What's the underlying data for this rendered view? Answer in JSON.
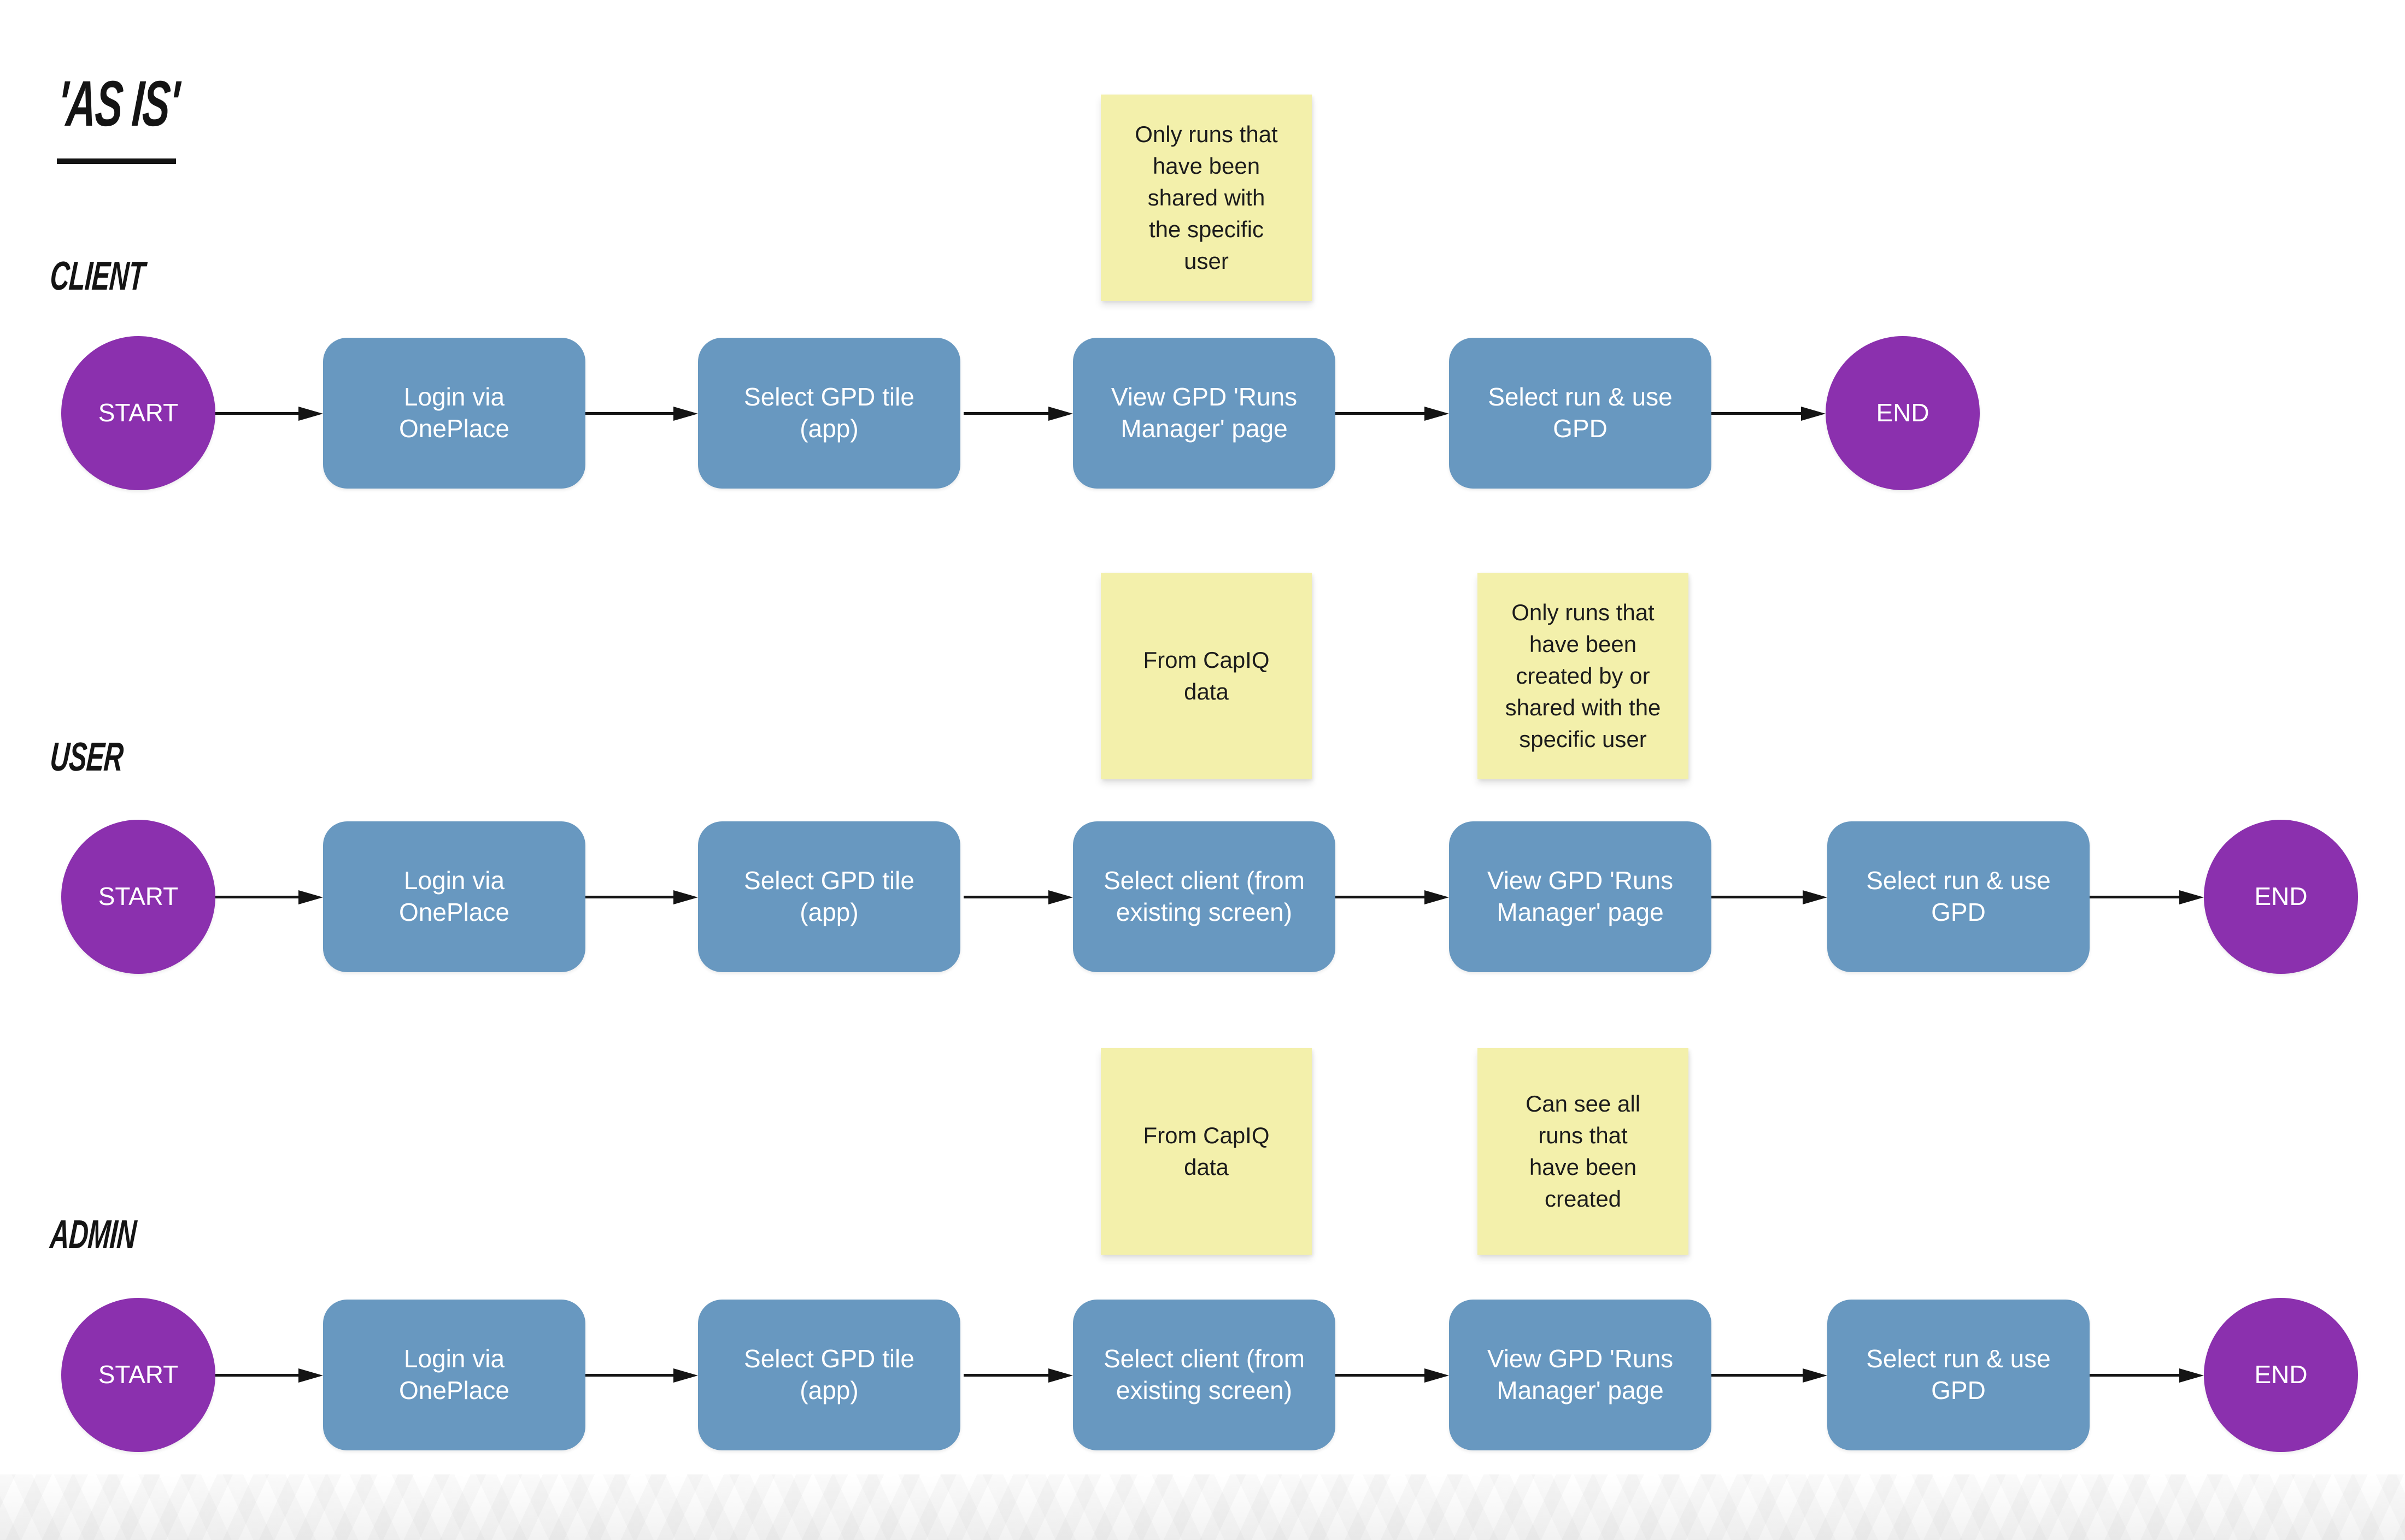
{
  "title": "'AS IS'",
  "colors": {
    "node_purple": "#8B30AE",
    "node_blue": "#6898C0",
    "note_yellow": "#F3F0AB",
    "arrow_black": "#141414"
  },
  "lanes": [
    {
      "label": "CLIENT",
      "nodes": [
        {
          "type": "terminator",
          "text": "START"
        },
        {
          "type": "process",
          "text": "Login via\nOnePlace"
        },
        {
          "type": "process",
          "text": "Select GPD tile\n(app)"
        },
        {
          "type": "process",
          "text": "View GPD 'Runs\nManager' page"
        },
        {
          "type": "process",
          "text": "Select run & use\nGPD"
        },
        {
          "type": "terminator",
          "text": "END"
        }
      ],
      "notes": [
        {
          "text": "Only runs that\nhave been\nshared with\nthe specific\nuser"
        }
      ]
    },
    {
      "label": "USER",
      "nodes": [
        {
          "type": "terminator",
          "text": "START"
        },
        {
          "type": "process",
          "text": "Login via\nOnePlace"
        },
        {
          "type": "process",
          "text": "Select GPD tile\n(app)"
        },
        {
          "type": "process",
          "text": "Select client (from\nexisting screen)"
        },
        {
          "type": "process",
          "text": "View GPD 'Runs\nManager' page"
        },
        {
          "type": "process",
          "text": "Select run & use\nGPD"
        },
        {
          "type": "terminator",
          "text": "END"
        }
      ],
      "notes": [
        {
          "text": "From CapIQ\ndata"
        },
        {
          "text": "Only runs that\nhave been\ncreated by or\nshared with the\nspecific user"
        }
      ]
    },
    {
      "label": "ADMIN",
      "nodes": [
        {
          "type": "terminator",
          "text": "START"
        },
        {
          "type": "process",
          "text": "Login via\nOnePlace"
        },
        {
          "type": "process",
          "text": "Select GPD tile\n(app)"
        },
        {
          "type": "process",
          "text": "Select client (from\nexisting screen)"
        },
        {
          "type": "process",
          "text": "View GPD 'Runs\nManager' page"
        },
        {
          "type": "process",
          "text": "Select run & use\nGPD"
        },
        {
          "type": "terminator",
          "text": "END"
        }
      ],
      "notes": [
        {
          "text": "From CapIQ\ndata"
        },
        {
          "text": "Can see all\nruns that\nhave been\ncreated"
        }
      ]
    }
  ]
}
